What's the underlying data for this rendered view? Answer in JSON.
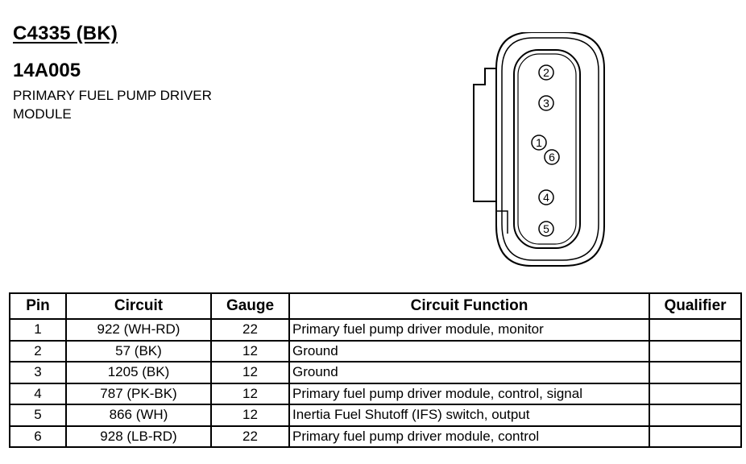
{
  "connector": {
    "id": "C4335 (BK)",
    "part_number": "14A005",
    "description": "PRIMARY FUEL PUMP DRIVER MODULE"
  },
  "diagram": {
    "pin_labels": [
      "2",
      "3",
      "1",
      "6",
      "4",
      "5"
    ]
  },
  "table": {
    "headers": [
      "Pin",
      "Circuit",
      "Gauge",
      "Circuit Function",
      "Qualifier"
    ],
    "rows": [
      {
        "pin": "1",
        "circuit": "922 (WH-RD)",
        "gauge": "22",
        "function": "Primary fuel pump driver module, monitor",
        "qualifier": ""
      },
      {
        "pin": "2",
        "circuit": "57 (BK)",
        "gauge": "12",
        "function": "Ground",
        "qualifier": ""
      },
      {
        "pin": "3",
        "circuit": "1205 (BK)",
        "gauge": "12",
        "function": "Ground",
        "qualifier": ""
      },
      {
        "pin": "4",
        "circuit": "787 (PK-BK)",
        "gauge": "12",
        "function": "Primary fuel pump driver module, control, signal",
        "qualifier": ""
      },
      {
        "pin": "5",
        "circuit": "866 (WH)",
        "gauge": "12",
        "function": "Inertia Fuel Shutoff (IFS) switch, output",
        "qualifier": ""
      },
      {
        "pin": "6",
        "circuit": "928 (LB-RD)",
        "gauge": "22",
        "function": "Primary fuel pump driver module, control",
        "qualifier": ""
      }
    ]
  }
}
